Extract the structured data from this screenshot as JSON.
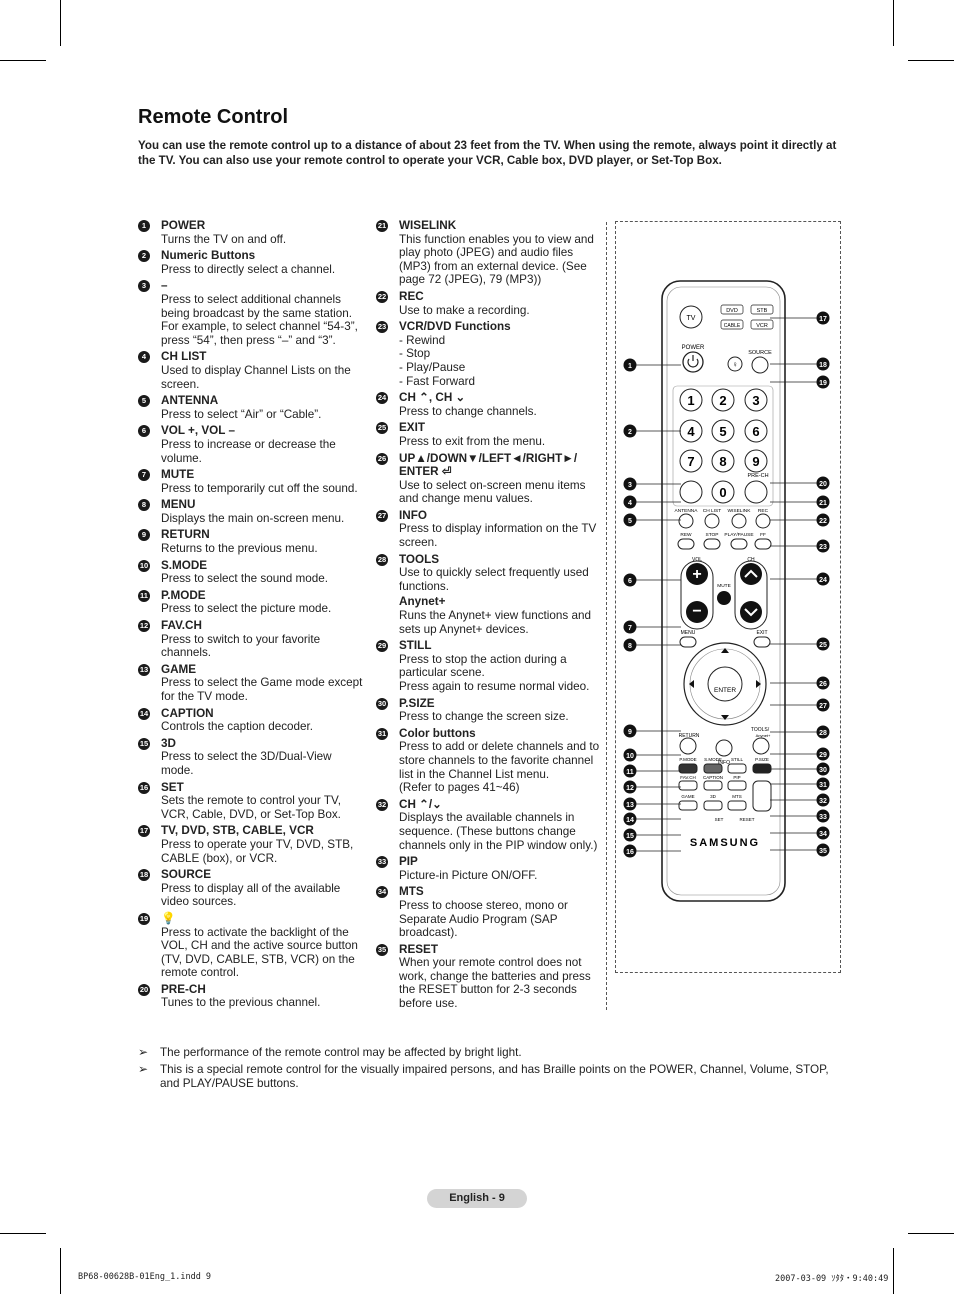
{
  "title": "Remote Control",
  "intro": "You can use the remote control up to a distance of about 23 feet from the TV. When using the remote, always point it directly at the TV. You can also use your remote control to operate your VCR, Cable box, DVD player, or Set-Top Box.",
  "col1": [
    {
      "n": "1",
      "t": "POWER",
      "d": "Turns the TV on and off."
    },
    {
      "n": "2",
      "t": "Numeric Buttons",
      "d": "Press to directly select a channel."
    },
    {
      "n": "3",
      "t": "–",
      "d": "Press to select additional channels being broadcast by the same station. For example, to select channel “54-3”, press “54”, then press “–” and “3”."
    },
    {
      "n": "4",
      "t": "CH LIST",
      "d": "Used to display Channel Lists on the screen."
    },
    {
      "n": "5",
      "t": "ANTENNA",
      "d": "Press to select “Air” or “Cable”."
    },
    {
      "n": "6",
      "t": "VOL +, VOL –",
      "d": "Press to increase or decrease the volume."
    },
    {
      "n": "7",
      "t": "MUTE",
      "d": "Press to temporarily cut off the sound."
    },
    {
      "n": "8",
      "t": "MENU",
      "d": "Displays the main on-screen menu."
    },
    {
      "n": "9",
      "t": "RETURN",
      "d": "Returns to the previous menu."
    },
    {
      "n": "10",
      "t": "S.MODE",
      "d": "Press to select the sound mode."
    },
    {
      "n": "11",
      "t": "P.MODE",
      "d": "Press to select the picture mode."
    },
    {
      "n": "12",
      "t": "FAV.CH",
      "d": "Press to switch to your favorite channels."
    },
    {
      "n": "13",
      "t": "GAME",
      "d": "Press to select the Game mode except for the TV mode."
    },
    {
      "n": "14",
      "t": "CAPTION",
      "d": "Controls the caption decoder."
    },
    {
      "n": "15",
      "t": "3D",
      "d": "Press to select the 3D/Dual-View mode."
    },
    {
      "n": "16",
      "t": "SET",
      "d": "Sets the remote to control your TV, VCR, Cable, DVD, or Set-Top Box."
    },
    {
      "n": "17",
      "t": "TV, DVD, STB, CABLE, VCR",
      "d": "Press to operate your TV, DVD, STB, CABLE (box), or VCR."
    },
    {
      "n": "18",
      "t": "SOURCE",
      "d": "Press to display all of the available video sources."
    },
    {
      "n": "19",
      "t": "💡",
      "d": "Press to activate the backlight of the VOL, CH and the active source button (TV, DVD, CABLE, STB, VCR) on the remote control."
    },
    {
      "n": "20",
      "t": "PRE-CH",
      "d": "Tunes to the previous channel."
    }
  ],
  "col2": [
    {
      "n": "21",
      "t": "WISELINK",
      "d": "This function enables you to view and play photo (JPEG) and audio files (MP3) from an external device. (See page 72 (JPEG), 79 (MP3))"
    },
    {
      "n": "22",
      "t": "REC",
      "d": "Use to make a recording."
    },
    {
      "n": "23",
      "t": "VCR/DVD Functions",
      "d": "-  Rewind\n-  Stop\n-  Play/Pause\n-  Fast Forward"
    },
    {
      "n": "24",
      "t": "CH ⌃, CH ⌄",
      "d": "Press to change channels."
    },
    {
      "n": "25",
      "t": "EXIT",
      "d": "Press to exit from the menu."
    },
    {
      "n": "26",
      "t": "UP▲/DOWN▼/LEFT◄/RIGHT►/ ENTER ⏎",
      "d": "Use to select on-screen menu items and change menu values."
    },
    {
      "n": "27",
      "t": "INFO",
      "d": "Press to display information on the TV screen."
    },
    {
      "n": "28",
      "t": "TOOLS",
      "d": "Use to quickly select frequently used functions.",
      "sub": "Anynet+",
      "d2": "Runs the Anynet+ view functions and sets up Anynet+ devices."
    },
    {
      "n": "29",
      "t": "STILL",
      "d": "Press to stop the action during a particular scene.\nPress again to resume normal video."
    },
    {
      "n": "30",
      "t": "P.SIZE",
      "d": "Press to change the screen size."
    },
    {
      "n": "31",
      "t": "Color buttons",
      "d": "Press to add or delete channels and to store channels to the favorite channel list in the Channel List menu.\n(Refer to pages 41~46)"
    },
    {
      "n": "32",
      "t": "CH ⌃/⌄",
      "d": "Displays the available channels in sequence. (These buttons change channels only in the PIP window only.)"
    },
    {
      "n": "33",
      "t": "PIP",
      "d": "Picture-in Picture ON/OFF."
    },
    {
      "n": "34",
      "t": "MTS",
      "d": "Press to choose stereo, mono or Separate Audio Program (SAP broadcast)."
    },
    {
      "n": "35",
      "t": "RESET",
      "d": "When your remote control does not work, change the batteries and press the RESET button for 2-3 seconds before use."
    }
  ],
  "remote": {
    "tv": "TV",
    "dvd": "DVD",
    "stb": "STB",
    "cable": "CABLE",
    "vcr": "VCR",
    "power": "POWER",
    "source": "SOURCE",
    "prech": "PRE-CH",
    "digits": [
      "1",
      "2",
      "3",
      "4",
      "5",
      "6",
      "7",
      "8",
      "9",
      "0"
    ],
    "antenna": "ANTENNA",
    "chlist": "CH LIST",
    "wiselink": "WISELINK",
    "rec": "REC",
    "rew": "REW",
    "stop": "STOP",
    "playpause": "PLAY/PAUSE",
    "ff": "FF",
    "vol": "VOL",
    "ch": "CH",
    "mute": "MUTE",
    "menu": "MENU",
    "exit": "EXIT",
    "enter": "ENTER",
    "ret": "RETURN",
    "info": "INFO",
    "tools": "TOOLS/",
    "anynet": "Anynet+",
    "pmode": "P.MODE",
    "smode": "S.MODE",
    "still": "STILL",
    "psize": "P.SIZE",
    "game": "GAME",
    "threed": "3D",
    "mts": "MTS",
    "favch": "FAV.CH",
    "caption": "CAPTION",
    "pip": "PIP",
    "set": "SET",
    "reset": "RESET",
    "brand": "SAMSUNG"
  },
  "notes": [
    "The performance of the remote control may be affected by bright light.",
    "This is a special remote control for the visually impaired persons, and has Braille points on the POWER, Channel, Volume, STOP, and PLAY/PAUSE buttons."
  ],
  "page_label": "English - 9",
  "footer_left": "BP68-00628B-01Eng_1.indd   9",
  "footer_right": "2007-03-09   ｿﾀﾀ・9:40:49"
}
